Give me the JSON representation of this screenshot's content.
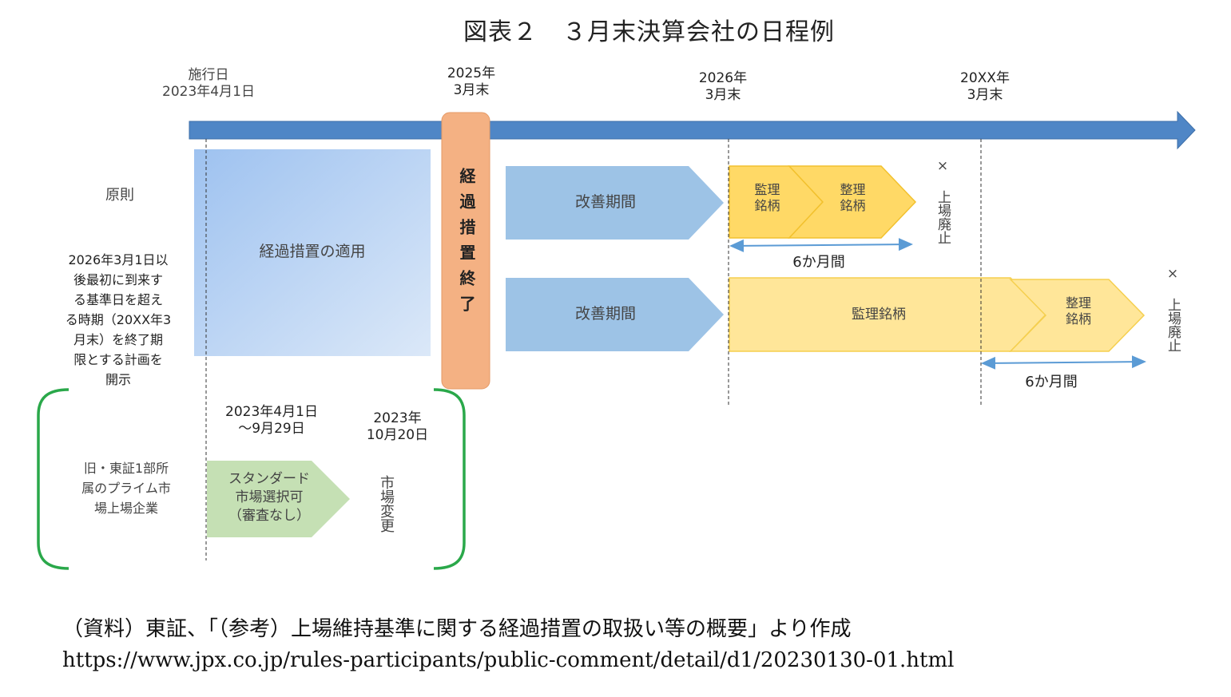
{
  "title": "図表２　３月末決算会社の日程例",
  "timeline": {
    "milestones": [
      {
        "label": "施行日\n2023年4月1日"
      },
      {
        "label": "2025年\n3月末"
      },
      {
        "label": "2026年\n3月末"
      },
      {
        "label": "20XX年\n3月末"
      }
    ]
  },
  "rows": {
    "principle_label": "原則",
    "plan_label": "2026年3月1日以\n後最初に到来す\nる基準日を超え\nる時期（20XX年3\n月末）を終了期\n限とする計画を\n開示",
    "former_label": "旧・東証1部所\n属のプライム市\n場上場企業"
  },
  "blocks": {
    "transition_apply": "経過措置の適用",
    "transition_end": "経過措置終了",
    "improvement_1": "改善期間",
    "improvement_2": "改善期間",
    "supervision_1": "監理\n銘柄",
    "cleanup_1": "整理\n銘柄",
    "supervision_2": "監理銘柄",
    "cleanup_2": "整理\n銘柄",
    "delist_1": "×\n上場廃止",
    "delist_2": "×\n上場廃止",
    "six_months_1": "6か月間",
    "six_months_2": "6か月間",
    "select_period": "2023年4月1日\n～9月29日",
    "market_change_date": "2023年\n10月20日",
    "standard_select": "スタンダード\n市場選択可\n（審査なし）",
    "market_change": "市場変更"
  },
  "caption": {
    "source": "（資料）東証、「（参考）上場維持基準に関する経過措置の取扱い等の概要」より作成",
    "url": "https://www.jpx.co.jp/rules-participants/public-comment/detail/d1/20230130-01.html"
  },
  "colors": {
    "timeline": "#4f86c6",
    "transition_block": "#a9c8ef",
    "transition_end": "#f4b183",
    "improvement": "#9dc3e6",
    "supervision": "#ffd966",
    "supervision_light": "#ffe699",
    "standard": "#c5e0b4",
    "bracket": "#2aa84a"
  }
}
